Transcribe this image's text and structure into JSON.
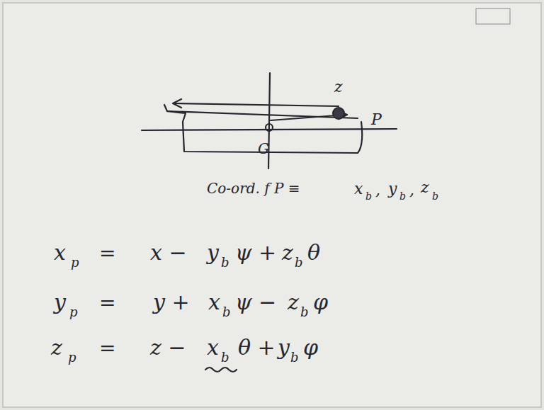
{
  "diagram": {
    "labels": [
      "z",
      "P",
      "G",
      "Co-ord. f P ≡",
      "x",
      "b",
      ",",
      "y",
      "b",
      ",",
      "z",
      "b",
      "x",
      "p",
      "=",
      "x −",
      "y",
      "b",
      "ψ +",
      "z",
      "b",
      "θ",
      "y",
      "p",
      "=",
      "y +",
      "x",
      "b",
      "ψ −",
      "z",
      "b",
      "φ",
      "z",
      "p",
      "=",
      "z −",
      "x",
      "b",
      "θ +",
      "y",
      "b",
      "φ"
    ]
  }
}
